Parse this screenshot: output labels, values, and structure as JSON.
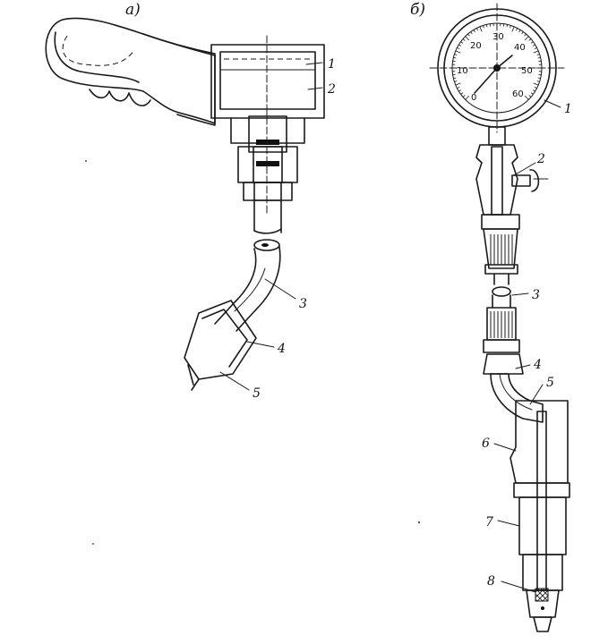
{
  "panels": {
    "a": "a)",
    "b": "б)"
  },
  "labels_a": [
    "1",
    "2",
    "3",
    "4",
    "5"
  ],
  "labels_b": [
    "1",
    "2",
    "3",
    "4",
    "5",
    "6",
    "7",
    "8"
  ],
  "dial_ticks": [
    "0",
    "10",
    "20",
    "30",
    "40",
    "50",
    "60"
  ]
}
